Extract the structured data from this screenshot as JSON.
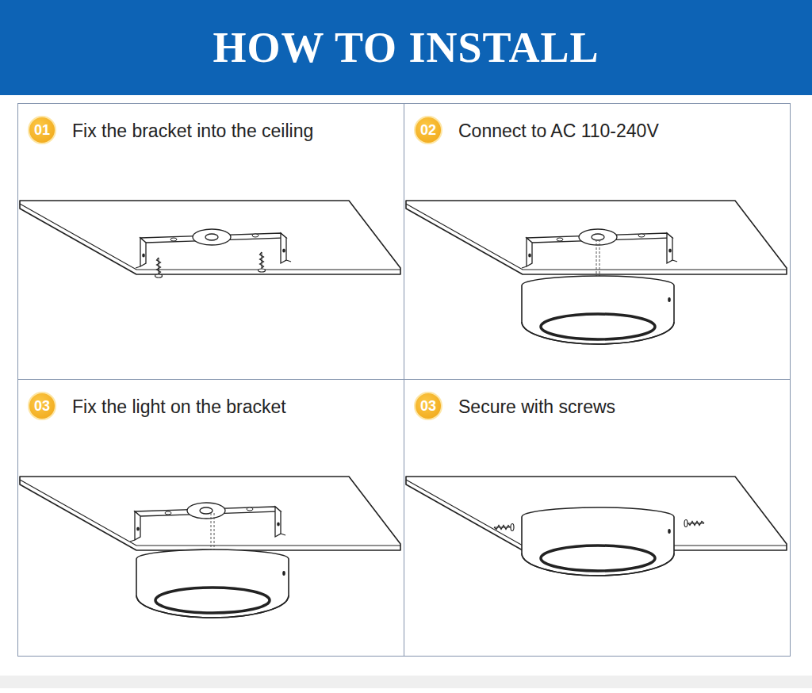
{
  "diagram": {
    "title": "HOW TO INSTALL",
    "nodes": [
      {
        "text": [
          "Fix the bracket into the ceiling"
        ]
      },
      {
        "text": [
          "01"
        ],
        "in": 0
      },
      {
        "text": [
          "Connect to AC 110-240V"
        ]
      },
      {
        "text": [
          "02"
        ],
        "in": 2
      },
      {
        "text": [
          "Fix the light on the bracket"
        ]
      },
      {
        "text": [
          "03"
        ],
        "in": 4
      },
      {
        "text": [
          "Secure with screws"
        ]
      },
      {
        "text": [
          "03"
        ],
        "in": 6
      }
    ]
  }
}
